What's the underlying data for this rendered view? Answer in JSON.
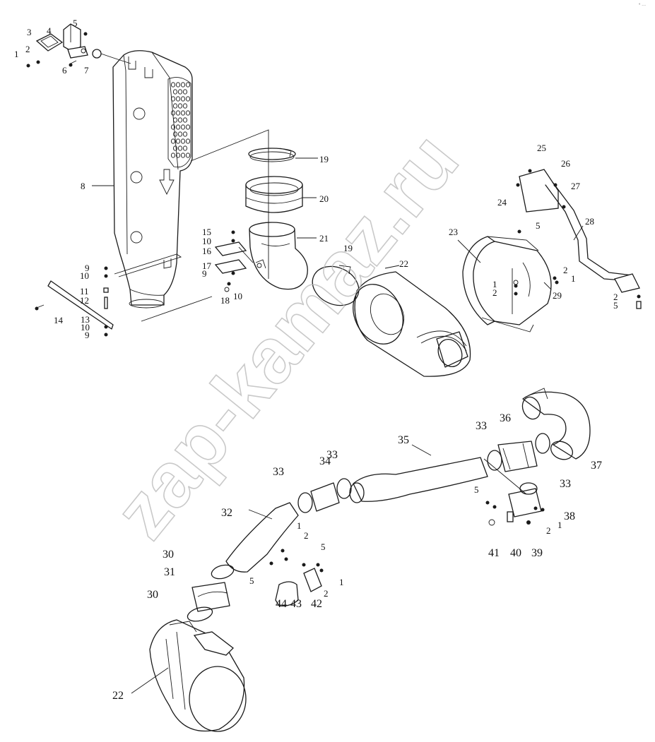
{
  "watermark": "zap-kamaz.ru",
  "corner_mark": "° ···",
  "labels": {
    "n1": "1",
    "n2": "2",
    "n3": "3",
    "n4": "4",
    "n5": "5",
    "n6": "6",
    "n7": "7",
    "n8": "8",
    "n9": "9",
    "n10": "10",
    "n11": "11",
    "n12": "12",
    "n13": "13",
    "n14": "14",
    "n15": "15",
    "n16": "16",
    "n17": "17",
    "n18": "18",
    "n19": "19",
    "n20": "20",
    "n21": "21",
    "n22": "22",
    "n23": "23",
    "n24": "24",
    "n25": "25",
    "n26": "26",
    "n27": "27",
    "n28": "28",
    "n29": "29",
    "n30": "30",
    "n31": "31",
    "n32": "32",
    "n33": "33",
    "n34": "34",
    "n35": "35",
    "n36": "36",
    "n37": "37",
    "n38": "38",
    "n39": "39",
    "n40": "40",
    "n41": "41",
    "n42": "42",
    "n43": "43",
    "n44": "44"
  }
}
